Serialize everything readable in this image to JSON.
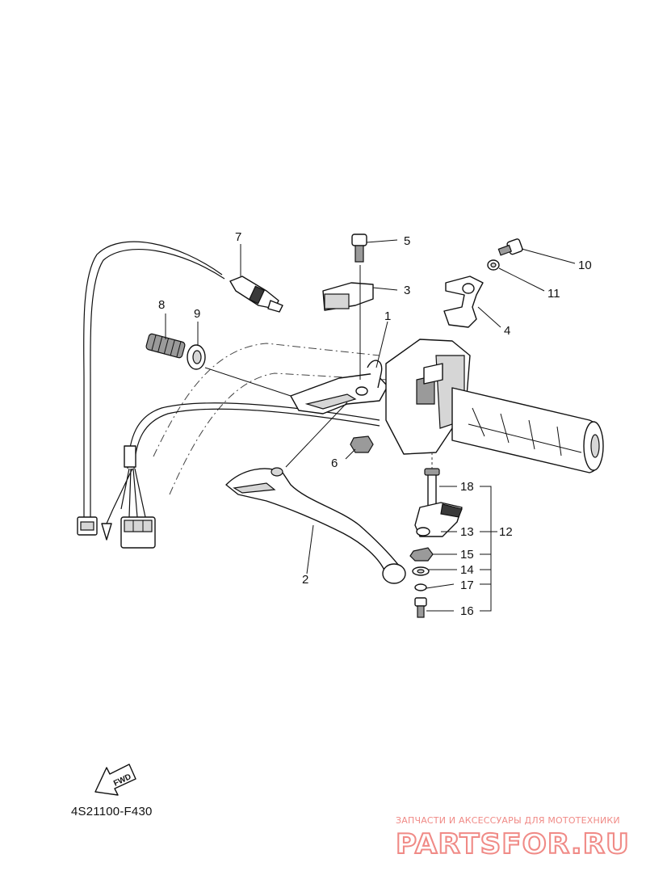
{
  "diagram": {
    "reference_code": "4S21100-F430",
    "fwd_label": "FWD",
    "callouts": {
      "c1": "1",
      "c2": "2",
      "c3": "3",
      "c4": "4",
      "c5": "5",
      "c6": "6",
      "c7": "7",
      "c8": "8",
      "c9": "9",
      "c10": "10",
      "c11": "11",
      "c12": "12",
      "c13": "13",
      "c14": "14",
      "c15": "15",
      "c16": "16",
      "c17": "17",
      "c18": "18"
    }
  },
  "watermark": {
    "caption": "ЗАПЧАСТИ И АКСЕССУАРЫ ДЛЯ МОТОТЕХНИКИ",
    "logo_text": "PARTSFOR.RU",
    "color": "#f08a86"
  }
}
